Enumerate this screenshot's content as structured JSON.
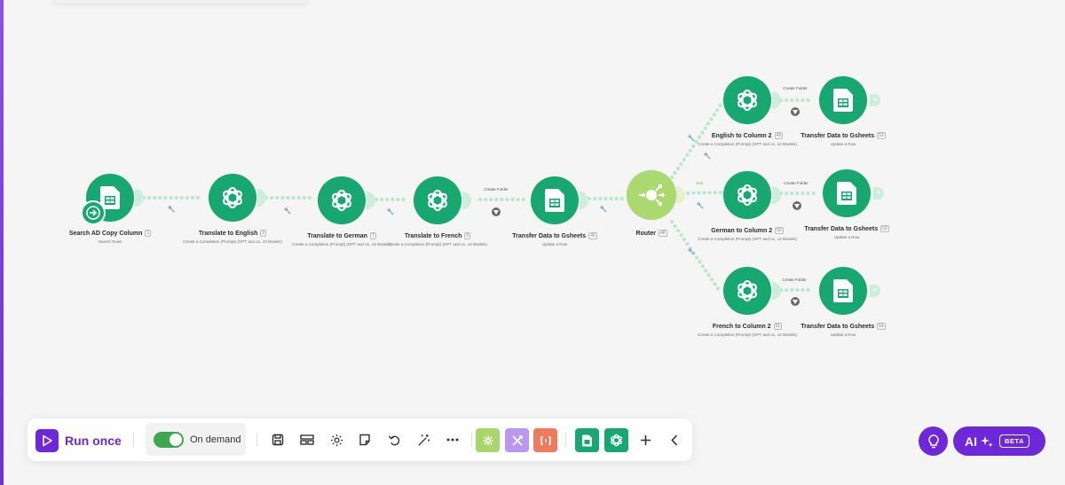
{
  "modules": [
    {
      "id": "search-ad-copy-column",
      "icon": "sheets",
      "name": "Search AD Copy Column",
      "index": "1",
      "sub": "Search Rows"
    },
    {
      "id": "translate-to-english",
      "icon": "openai",
      "name": "Translate to English",
      "index": "2",
      "sub": "Create a Completion (Prompt) (GPT and o1, o3 Models)"
    },
    {
      "id": "translate-to-german",
      "icon": "openai",
      "name": "Translate to German",
      "index": "7",
      "sub": "Create a Completion (Prompt) (GPT and o1, o3 Models)"
    },
    {
      "id": "translate-to-french",
      "icon": "openai",
      "name": "Translate to French",
      "index": "5",
      "sub": "Create a Completion (Prompt) (GPT and o1, o3 Models)"
    },
    {
      "id": "transfer-data-main",
      "icon": "sheets",
      "name": "Transfer Data to Gsheets",
      "index": "46",
      "sub": "Update a Row"
    },
    {
      "id": "router",
      "icon": "router",
      "name": "Router",
      "index": "48",
      "sub": ""
    },
    {
      "id": "english-to-column-2",
      "icon": "openai",
      "name": "English to Column 2",
      "index": "49",
      "sub": "Create a Completion (Prompt) (GPT and o1, o3 Models)"
    },
    {
      "id": "transfer-data-english",
      "icon": "sheets",
      "name": "Transfer Data to Gsheets",
      "index": "52",
      "sub": "Update a Row"
    },
    {
      "id": "german-to-column-2",
      "icon": "openai",
      "name": "German to Column 2",
      "index": "50",
      "sub": "Create a Completion (Prompt) (GPT and o1, o3 Models)"
    },
    {
      "id": "transfer-data-german",
      "icon": "sheets",
      "name": "Transfer Data to Gsheets",
      "index": "53",
      "sub": "Update a Row"
    },
    {
      "id": "french-to-column-2",
      "icon": "openai",
      "name": "French to Column 2",
      "index": "51",
      "sub": "Create a Completion (Prompt) (GPT and o1, o3 Models)"
    },
    {
      "id": "transfer-data-french",
      "icon": "sheets",
      "name": "Transfer Data to Gsheets",
      "index": "54",
      "sub": "Update a Row"
    }
  ],
  "connection_labels": {
    "create_folder": "Create Folder",
    "route_label": "Sed"
  },
  "toolbar": {
    "run_once": "Run once",
    "schedule": "On demand",
    "schedule_enabled": true,
    "icons": [
      "save-icon",
      "scenario-io-icon",
      "settings-icon",
      "notes-icon",
      "undo-icon",
      "auto-align-icon",
      "more-icon"
    ],
    "tools": [
      {
        "name": "tools",
        "color": "#a8d56c"
      },
      {
        "name": "flow-control",
        "color": "#b898f0"
      },
      {
        "name": "text-parser",
        "color": "#f07a5c"
      },
      {
        "name": "google-sheets",
        "color": "#16a870"
      },
      {
        "name": "openai",
        "color": "#16a870"
      }
    ]
  },
  "ai_assistant": {
    "label": "AI",
    "badge": "BETA"
  },
  "colors": {
    "accent": "#6d28d9",
    "module_green": "#16a870",
    "router": "#a9d96f",
    "connector": "#b9e6cc"
  }
}
